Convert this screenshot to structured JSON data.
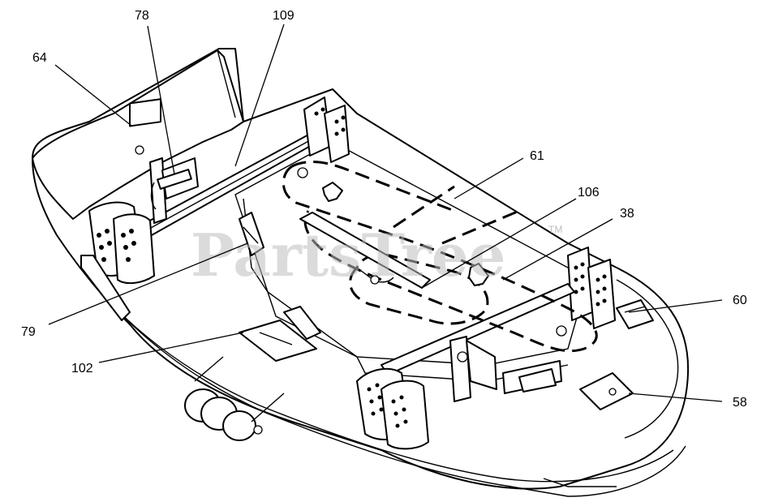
{
  "watermark": {
    "text": "PartsTree",
    "tm": "TM"
  },
  "callouts": {
    "c64": "64",
    "c78": "78",
    "c109": "109",
    "c61": "61",
    "c106": "106",
    "c38": "38",
    "c60": "60",
    "c79": "79",
    "c102": "102",
    "c58": "58"
  }
}
